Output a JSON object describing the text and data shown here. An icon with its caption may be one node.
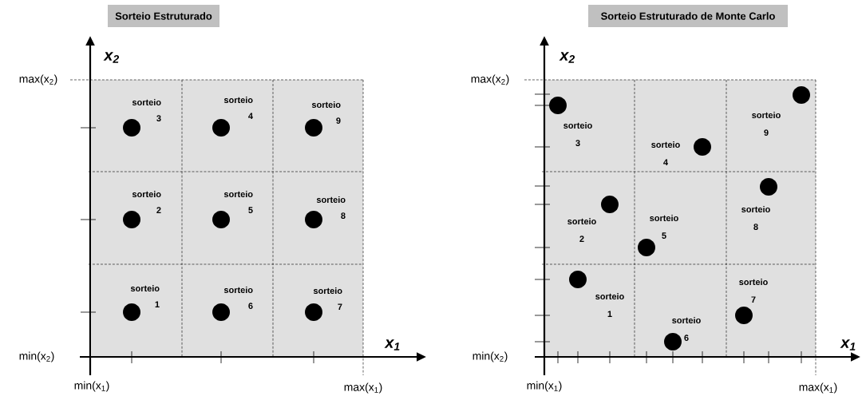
{
  "diagram": {
    "nodes": [
      {
        "text": [
          "Sorteio Estruturado"
        ]
      },
      {
        "text": [
          "Sorteio Estruturado de Monte Carlo"
        ]
      }
    ],
    "labels": [
      "x$_{2}$",
      "max(x$_{2}$)",
      "sorteio 3",
      "sorteio 4",
      "sorteio 9",
      "sorteio 2",
      "sorteio 5",
      "sorteio 8",
      "sorteio 1",
      "sorteio 6",
      "sorteio 7",
      "x$_{1}$",
      "min(x$_{2}$)",
      "min(x$_{1}$)",
      "max(x$_{1}$)",
      "x$_{2}$",
      "max(x$_{2}$)",
      "sorteio 3",
      "sorteio 4",
      "sorteio 9",
      "sorteio 2",
      "sorteio 5",
      "sorteio 8",
      "sorteio 1",
      "sorteio 6",
      "sorteio 7",
      "x$_{1}$",
      "min(x$_{2}$)",
      "min(x$_{1}$)",
      "max(x$_{1}$)"
    ]
  }
}
